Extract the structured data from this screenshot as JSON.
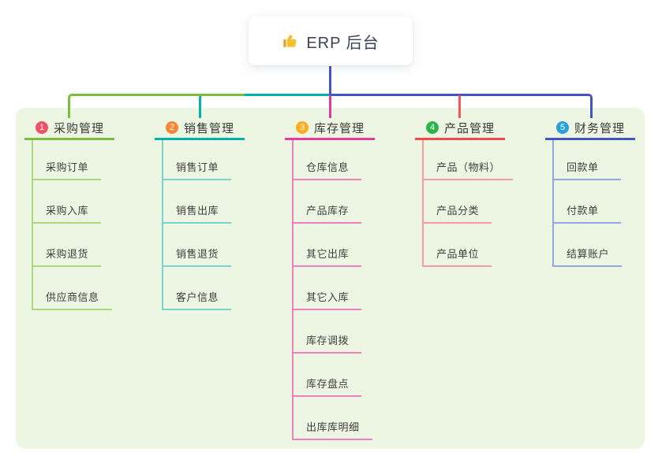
{
  "root": {
    "label": "ERP 后台",
    "icon": "thumbs-up-icon"
  },
  "branches": [
    {
      "badge": "1",
      "title": "采购管理",
      "badge_color": "#ef5268",
      "line_color": "#7cbd3f",
      "line_light_color": "#abd77f",
      "items": [
        "采购订单",
        "采购入库",
        "采购退货",
        "供应商信息"
      ]
    },
    {
      "badge": "2",
      "title": "销售管理",
      "badge_color": "#f58634",
      "line_color": "#00b2a9",
      "line_light_color": "#7bd4cb",
      "items": [
        "销售订单",
        "销售出库",
        "销售退货",
        "客户信息"
      ]
    },
    {
      "badge": "3",
      "title": "库存管理",
      "badge_color": "#fbab1f",
      "line_color": "#e83a9c",
      "line_light_color": "#ef7fbd",
      "items": [
        "仓库信息",
        "产品库存",
        "其它出库",
        "其它入库",
        "库存调拨",
        "库存盘点",
        "出库库明细"
      ]
    },
    {
      "badge": "4",
      "title": "产品管理",
      "badge_color": "#2eb44c",
      "line_color": "#f4484f",
      "line_light_color": "#f79ba0",
      "items": [
        "产品（物料）",
        "产品分类",
        "产品单位"
      ]
    },
    {
      "badge": "5",
      "title": "财务管理",
      "badge_color": "#2aa0da",
      "line_color": "#4156c8",
      "line_light_color": "#93a5e3",
      "items": [
        "回款单",
        "付款单",
        "结算账户"
      ]
    }
  ],
  "colors": {
    "canvas_background": "#ffffff",
    "panel_background": "#ecf6e2",
    "root_connector": "#4553c6",
    "trunk_green": "#7cbd3f",
    "trunk_teal": "#00b2a9",
    "trunk_blue": "#4255c4",
    "drop_magenta": "#e3399d",
    "drop_red": "#f4555e",
    "thumb_icon": "#f5b82e"
  }
}
